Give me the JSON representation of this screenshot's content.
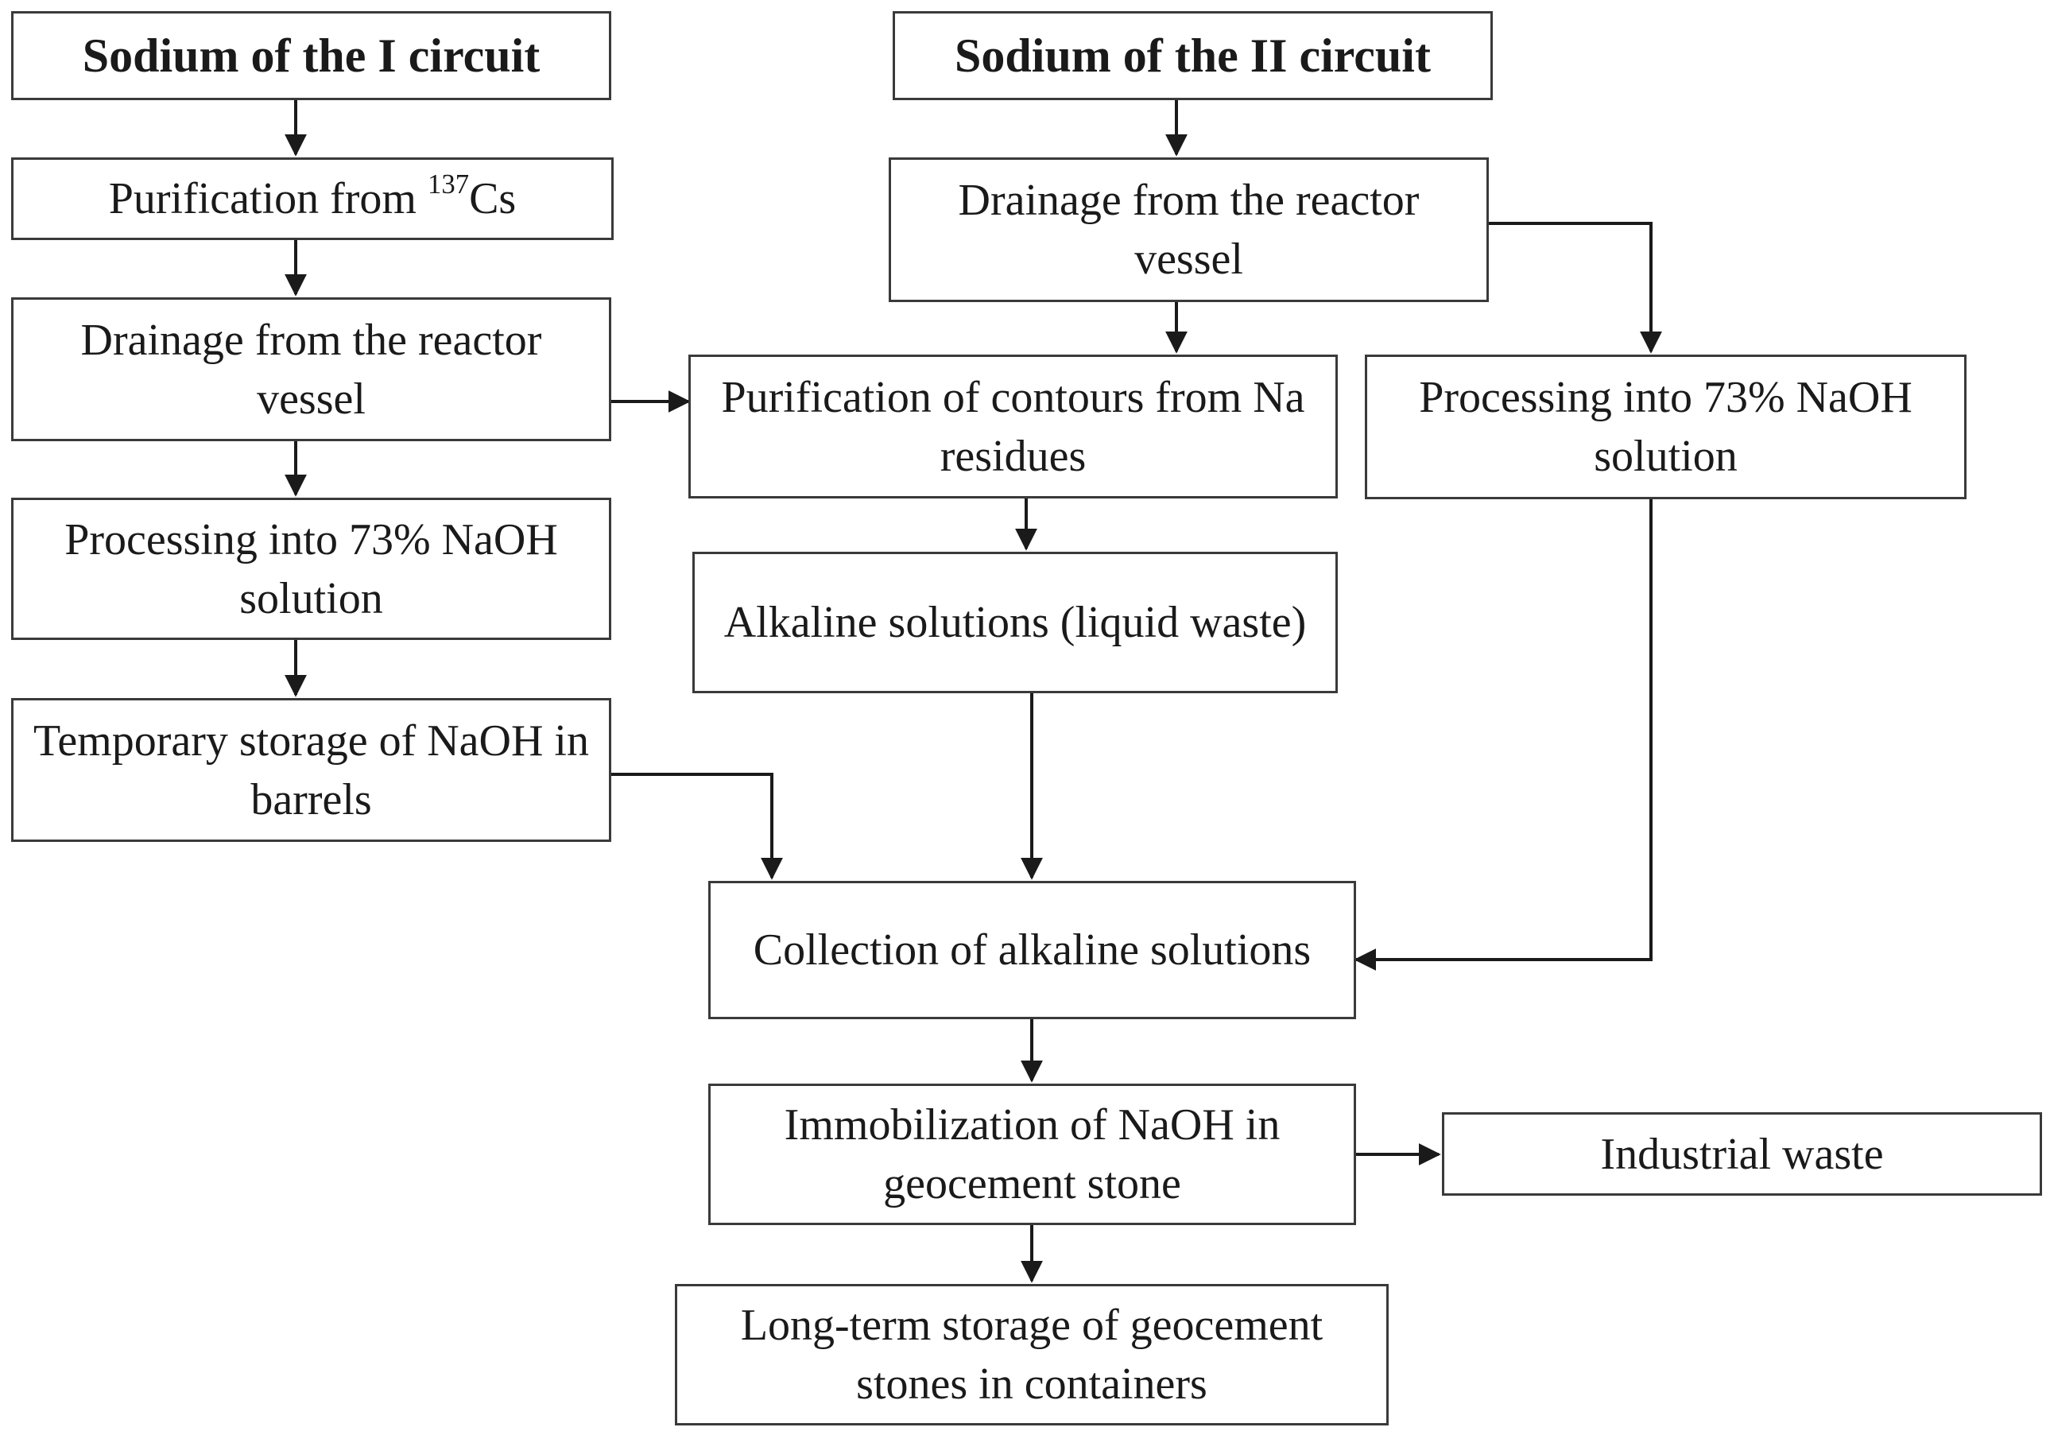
{
  "colors": {
    "stroke": "#1a1a1a",
    "text": "#1a1a1a",
    "background": "#ffffff"
  },
  "nodes": {
    "sodium_i": "Sodium of the I circuit",
    "sodium_ii": "Sodium of the II circuit",
    "purification_cs": {
      "prefix": "Purification from ",
      "superscript": "137",
      "suffix": "Cs"
    },
    "drainage_i": "Drainage from the reactor vessel",
    "drainage_ii": "Drainage from the reactor vessel",
    "processing_i": "Processing into 73% NaOH solution",
    "processing_ii": "Processing into 73% NaOH solution",
    "purification_contours": "Purification of contours from Na residues",
    "alkaline_solutions": "Alkaline solutions (liquid waste)",
    "temporary_storage": "Temporary storage of NaOH in barrels",
    "collection": "Collection of alkaline solutions",
    "immobilization": "Immobilization of NaOH in geocement stone",
    "industrial_waste": "Industrial waste",
    "long_term_storage": "Long-term storage of geocement stones in containers"
  }
}
